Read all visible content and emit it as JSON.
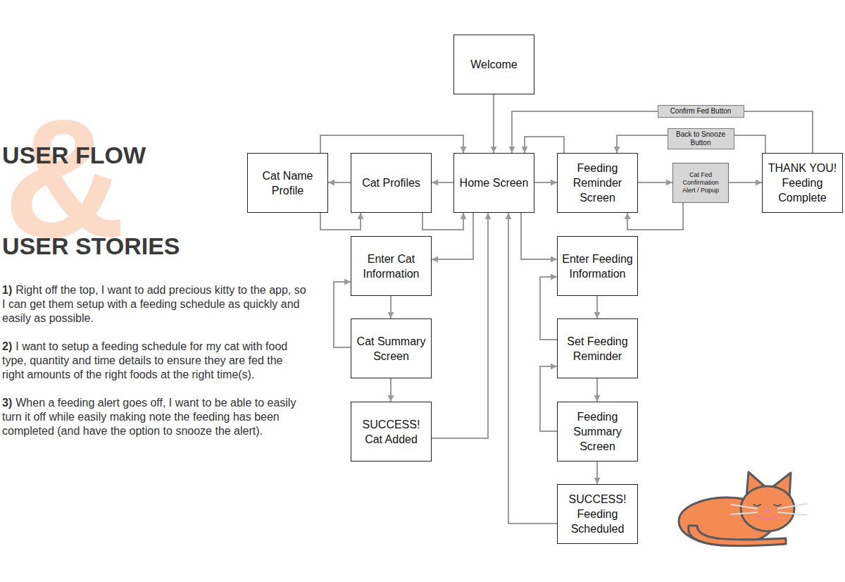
{
  "diagram": {
    "title": "USER FLOW",
    "nodes": [
      {
        "text": [
          "Welcome"
        ]
      },
      {
        "text": [
          "Cat Name Profile"
        ]
      },
      {
        "text": [
          "Cat Profiles"
        ]
      },
      {
        "text": [
          "Home Screen"
        ]
      },
      {
        "text": [
          "Feeding Reminder Screen"
        ]
      },
      {
        "text": [
          "Cat Fed Confirmation Alert / Popup"
        ]
      },
      {
        "text": [
          "THANK YOU! Feeding Complete"
        ]
      },
      {
        "text": [
          "Enter Cat Information"
        ]
      },
      {
        "text": [
          "Enter Feeding Information"
        ]
      },
      {
        "text": [
          "Cat Summary Screen"
        ]
      },
      {
        "text": [
          "Set Feeding Reminder"
        ]
      },
      {
        "text": [
          "SUCCESS! Cat Added"
        ]
      },
      {
        "text": [
          "Feeding Summary Screen"
        ]
      },
      {
        "text": [
          "SUCCESS! Feeding Scheduled"
        ]
      }
    ],
    "edges": [
      {
        "from": 0,
        "to": 3,
        "arrow": "to"
      },
      {
        "from": 3,
        "to": 2,
        "arrow": "to"
      },
      {
        "from": 2,
        "to": 3,
        "arrow": "to"
      },
      {
        "from": 2,
        "to": 1,
        "arrow": "to"
      },
      {
        "from": 1,
        "to": 3,
        "arrow": "to"
      },
      {
        "from": 1,
        "to": 2,
        "arrow": "to"
      },
      {
        "from": 3,
        "to": 7,
        "arrow": "to"
      },
      {
        "from": 3,
        "to": 4,
        "arrow": "to"
      },
      {
        "from": 4,
        "to": 3,
        "arrow": "to"
      },
      {
        "from": 4,
        "to": 5,
        "arrow": "to"
      },
      {
        "from": 5,
        "to": 6,
        "arrow": "to"
      },
      {
        "from": 5,
        "to": 4,
        "arrow": "to"
      },
      {
        "from": 6,
        "to": 3,
        "label": "Confirm Fed Button",
        "arrow": "to"
      },
      {
        "from": 6,
        "to": 4,
        "label": "Back to Snooze Button",
        "arrow": "to"
      },
      {
        "from": 7,
        "to": 9,
        "arrow": "to"
      },
      {
        "from": 9,
        "to": 7,
        "arrow": "to"
      },
      {
        "from": 9,
        "to": 11,
        "arrow": "to"
      },
      {
        "from": 11,
        "to": 3,
        "arrow": "to"
      },
      {
        "from": 8,
        "to": 10,
        "arrow": "to"
      },
      {
        "from": 10,
        "to": 8,
        "arrow": "to"
      },
      {
        "from": 10,
        "to": 12,
        "arrow": "to"
      },
      {
        "from": 12,
        "to": 10,
        "arrow": "to"
      },
      {
        "from": 12,
        "to": 13,
        "arrow": "to"
      },
      {
        "from": 13,
        "to": 3,
        "arrow": "to"
      },
      {
        "from": 3,
        "to": 8,
        "arrow": "to"
      }
    ],
    "labels": [
      "&",
      "USER STORIES",
      "1)",
      "Right off the top, I want to add precious kitty to the app, so I can get them setup with a feeding schedule as quickly and easily as possible.",
      "2)",
      "I want to setup a feeding schedule for my cat with food type, quantity and time details to ensure they are fed the right amounts of the right foods at the right time(s).",
      "3)",
      "When a feeding alert goes off, I want to be able to easily turn it off while easily making note the feeding has been completed (and have the option to snooze the alert)."
    ]
  }
}
